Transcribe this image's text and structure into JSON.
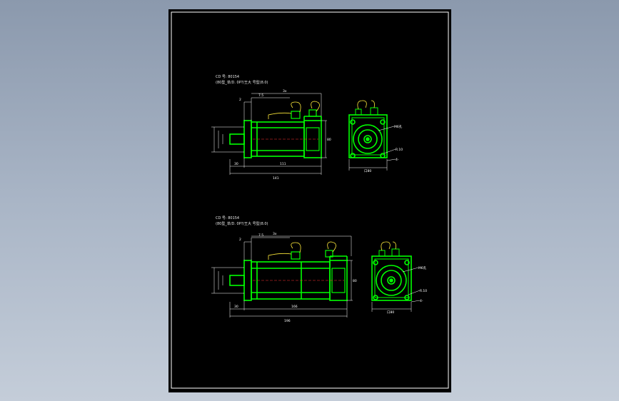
{
  "viewport": {
    "background_top": "#8b99ad",
    "background_bottom": "#c4cdd9"
  },
  "colors": {
    "sheet": "#000000",
    "border": "#ffffff",
    "outline": "#00ff00",
    "centerline": "#ff3333",
    "dimension": "#ffffff",
    "connector": "#ffeb3b"
  },
  "motor_a": {
    "title": "CD 号: 80154",
    "subtitle": "(80型_单/D. 0P?/王大 号型(8.0)",
    "dims": {
      "d1": "2",
      "d2": "7.5",
      "d3": "3x",
      "h_right": "80",
      "len_shaft": "30",
      "len_body": "111",
      "len_total": "141",
      "bolt_circle": "M6孔",
      "radius": "R.10",
      "hole": "4-",
      "square": "口80"
    }
  },
  "motor_b": {
    "title": "CD 号: 80154",
    "subtitle": "(80型_单/D. 0P?/王大 号型(8.0)",
    "dims": {
      "d1": "2",
      "d2": "7.5",
      "d3": "3x",
      "h_right": "80",
      "len_shaft": "30",
      "len_body": "166",
      "len_total": "196",
      "bolt_circle": "M6孔",
      "radius": "R.10",
      "hole": "4-",
      "square": "口80"
    }
  }
}
